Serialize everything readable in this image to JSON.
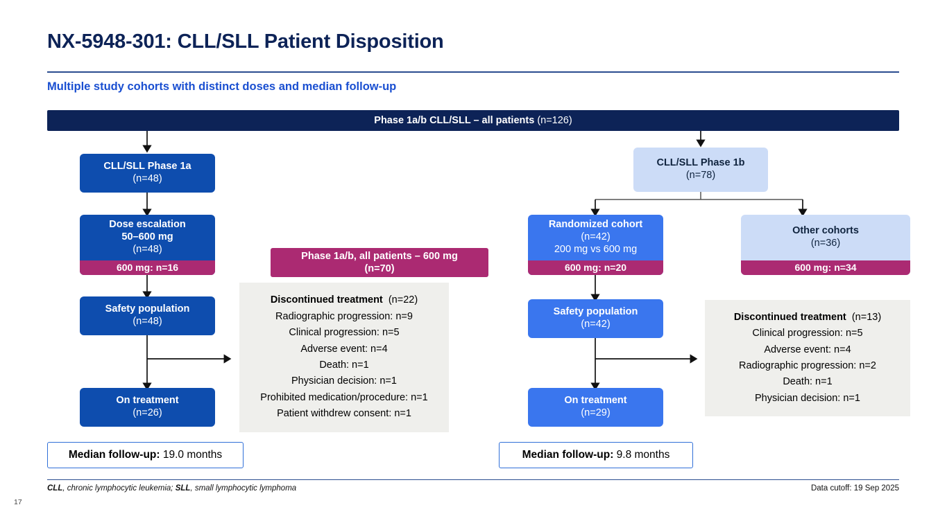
{
  "header": {
    "title": "NX-5948-301: CLL/SLL Patient Disposition",
    "subtitle": "Multiple study cohorts with distinct doses and median follow-up"
  },
  "banner": {
    "label": "Phase 1a/b CLL/SLL – all patients",
    "count": "(n=126)"
  },
  "left_arm": {
    "phase": {
      "title": "CLL/SLL Phase 1a",
      "count": "(n=48)"
    },
    "dose_escalation": {
      "title": "Dose escalation",
      "dose": "50–600 mg",
      "count": "(n=48)",
      "strip": "600 mg: n=16"
    },
    "safety": {
      "title": "Safety population",
      "count": "(n=48)"
    },
    "on_treatment": {
      "title": "On treatment",
      "count": "(n=26)"
    },
    "median_followup": {
      "label": "Median follow-up:",
      "value": "19.0 months"
    },
    "discontinued": {
      "header": "Discontinued treatment",
      "header_count": "(n=22)",
      "reasons": [
        "Radiographic progression: n=9",
        "Clinical progression: n=5",
        "Adverse event: n=4",
        "Death: n=1",
        "Physician decision: n=1",
        "Prohibited medication/procedure: n=1",
        "Patient withdrew consent: n=1"
      ]
    }
  },
  "all_patients_600mg": {
    "title": "Phase 1a/b, all patients – 600 mg",
    "count": "(n=70)"
  },
  "right_arm": {
    "phase": {
      "title": "CLL/SLL Phase 1b",
      "count": "(n=78)"
    },
    "randomized": {
      "title": "Randomized cohort",
      "count": "(n=42)",
      "dose": "200 mg vs 600 mg",
      "strip": "600 mg: n=20"
    },
    "other_cohorts": {
      "title": "Other cohorts",
      "count": "(n=36)",
      "strip": "600 mg: n=34"
    },
    "safety": {
      "title": "Safety population",
      "count": "(n=42)"
    },
    "on_treatment": {
      "title": "On treatment",
      "count": "(n=29)"
    },
    "median_followup": {
      "label": "Median follow-up:",
      "value": "9.8 months"
    },
    "discontinued": {
      "header": "Discontinued treatment",
      "header_count": "(n=13)",
      "reasons": [
        "Clinical progression: n=5",
        "Adverse event: n=4",
        "Radiographic progression: n=2",
        "Death: n=1",
        "Physician decision: n=1"
      ]
    }
  },
  "footer": {
    "abbrev_1": "CLL",
    "abbrev_1_def": ", chronic lymphocytic leukemia; ",
    "abbrev_2": "SLL",
    "abbrev_2_def": ", small lymphocytic lymphoma",
    "data_cutoff": "Data cutoff: 19 Sep 2025",
    "page_number": "17"
  },
  "colors": {
    "navy": "#0d2357",
    "dark_blue": "#0e4dae",
    "bright_blue": "#3a76ee",
    "light_blue": "#ccdcf7",
    "magenta": "#ab2a72",
    "panel_gray": "#efefec",
    "accent_blue": "#1a4fd1"
  }
}
